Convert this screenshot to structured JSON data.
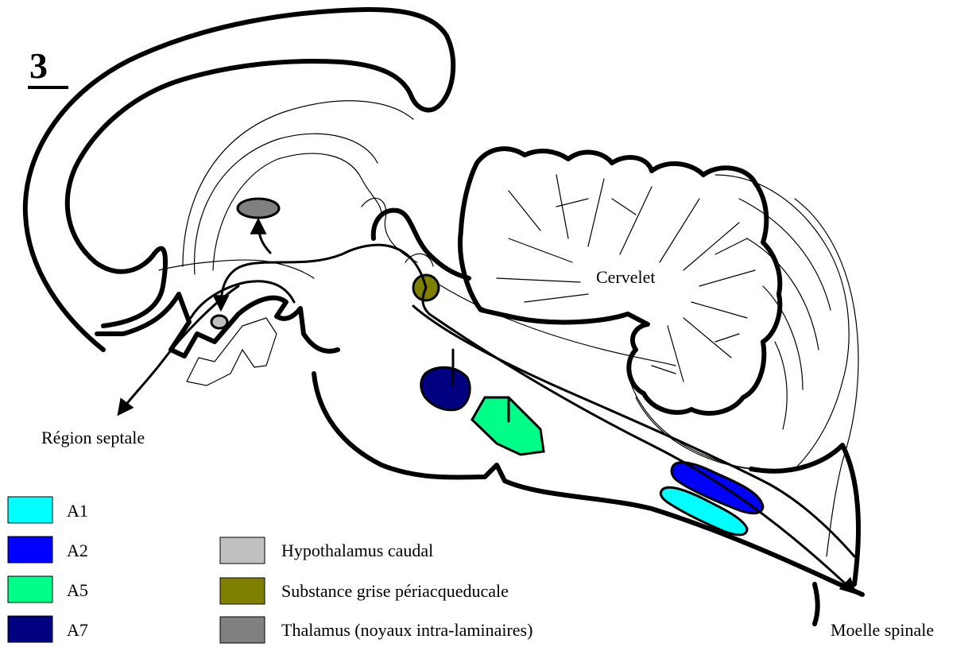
{
  "figure_number": "3",
  "labels": {
    "cervelet": "Cervelet",
    "region_septale": "Région septale",
    "moelle_spinale": "Moelle spinale"
  },
  "legend": {
    "left": [
      {
        "label": "A1",
        "color": "#00ffff"
      },
      {
        "label": "A2",
        "color": "#0000ff"
      },
      {
        "label": "A5",
        "color": "#00ff88"
      },
      {
        "label": "A7",
        "color": "#000080"
      }
    ],
    "right": [
      {
        "label": "Hypothalamus caudal",
        "color": "#c0c0c0"
      },
      {
        "label": "Substance grise périacqueducale",
        "color": "#808000"
      },
      {
        "label": "Thalamus (noyaux intra-laminaires)",
        "color": "#808080"
      }
    ]
  }
}
